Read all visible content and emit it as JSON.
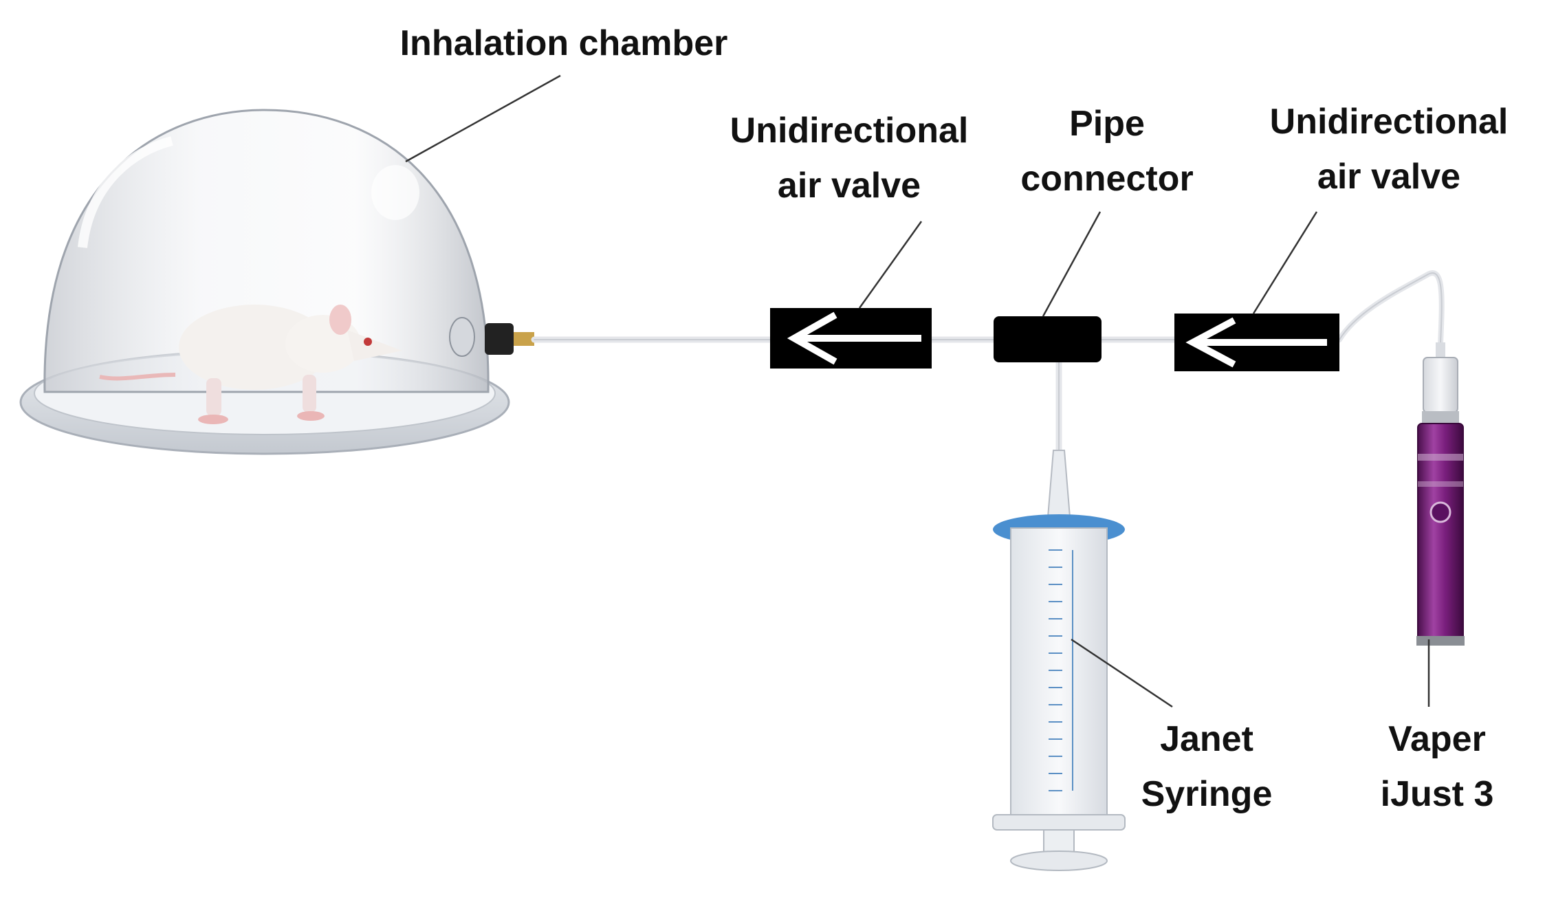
{
  "labels": {
    "chamber": "Inhalation chamber",
    "valve_left": {
      "line1": "Unidirectional",
      "line2": "air valve"
    },
    "connector": {
      "line1": "Pipe",
      "line2": "connector"
    },
    "valve_right": {
      "line1": "Unidirectional",
      "line2": "air valve"
    },
    "syringe": {
      "line1": "Janet",
      "line2": "Syringe"
    },
    "vaper": {
      "line1": "Vaper",
      "line2": "iJust 3"
    }
  },
  "colors": {
    "valve_body": "#000000",
    "arrow": "#ffffff",
    "tube": "#e4e6ea",
    "syringe_plunger": "#4a8fd0",
    "vaper_body": "#7a1f7d",
    "leader_line": "#333333"
  },
  "icons": {
    "chamber": "glass-dome-with-rat",
    "valve": "left-arrow-valve",
    "syringe": "syringe-icon",
    "vaper": "e-cigarette-icon"
  }
}
